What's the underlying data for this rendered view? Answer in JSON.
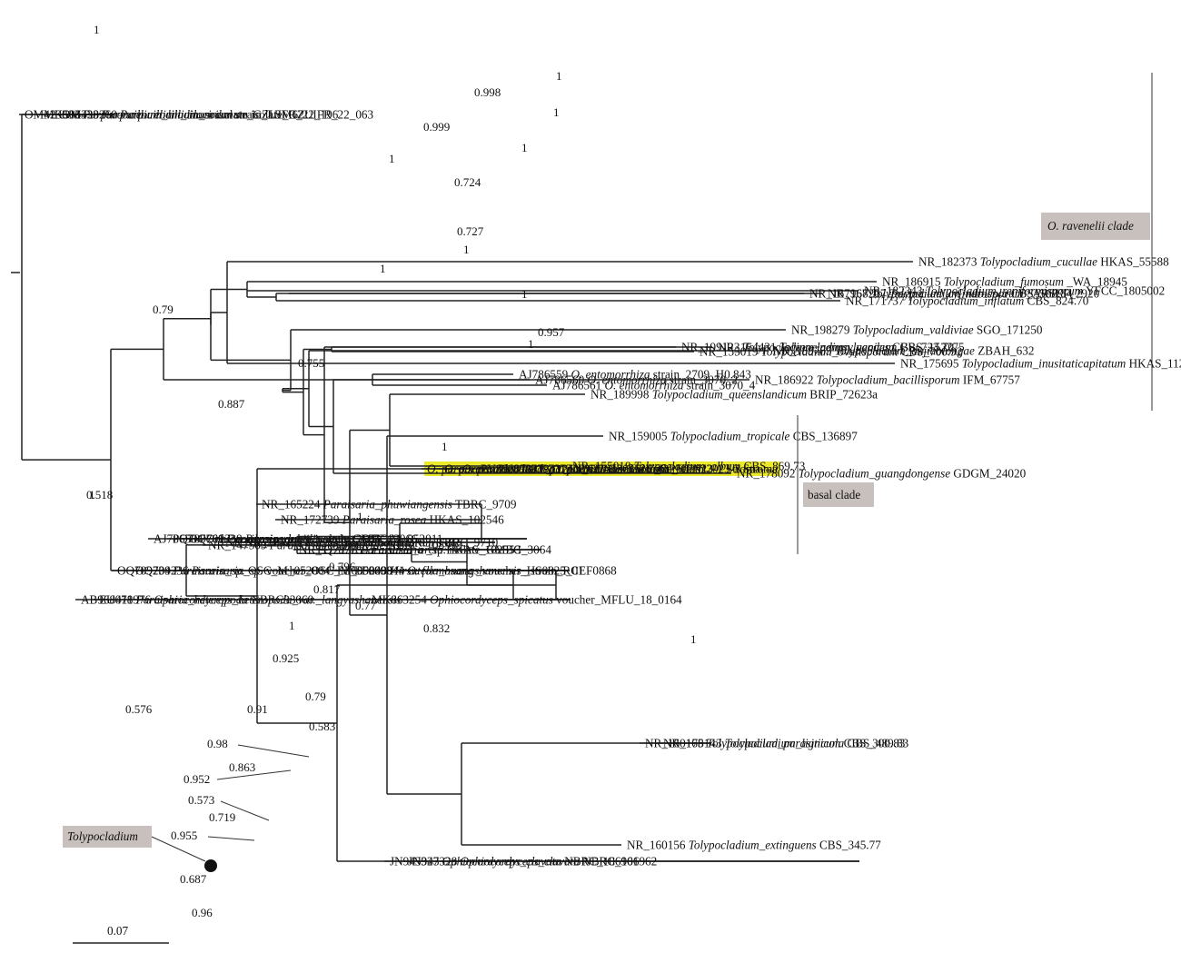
{
  "clade_labels": {
    "ravenelii": "O. ravenelii clade",
    "basal": "basal clade",
    "tolypocladium": "Tolypocladium"
  },
  "scale_bar": "0.07",
  "leaves": [
    {
      "acc": "OM423393",
      "sp": "Purpureocillium_lilacinum",
      "rest": "isolate_GZUIFR_22_196",
      "hl": false
    },
    {
      "acc": "MK506338",
      "sp": "Purpureocillium_lilacinum",
      "rest": "strain_LSM62",
      "hl": false
    },
    {
      "acc": "OM423260",
      "sp": "Purpureocillium_sodanum",
      "rest": "isolate_GZUIFR_22_063",
      "hl": false
    },
    {
      "acc": "AB968411",
      "sp": "Paraisaria_heteropoda",
      "rest": "NBRC33060",
      "hl": false
    },
    {
      "acc": "EU078976",
      "sp": "Ophiocordyceps_heteropoda_var._langyashanensis",
      "rest": "",
      "hl": false
    },
    {
      "acc": "OQ709234",
      "sp": "Paraisaria_sp.",
      "rest": "OSC_M_052004",
      "hl": false
    },
    {
      "acc": "OQ709236",
      "sp": "Paraisaria_sp.",
      "rest": "voucher_OSC_M_052008",
      "hl": false
    },
    {
      "acc": "AJ786564",
      "sp": "Ophiocordycepsgracilis",
      "rest": "strain_2685_4",
      "hl": false
    },
    {
      "acc": "PQ787761",
      "sp": "Paraisaria_dubia",
      "rest": "isolate_GMBC_3066",
      "hl": false
    },
    {
      "acc": "OQ709238",
      "sp": "Paraisaria",
      "rest": "sp. voucher_OSC_M_052011",
      "hl": false
    },
    {
      "acc": "NR_147509",
      "sp": "Paraisaria_coenomyiae",
      "rest": "NBRC_108993",
      "hl": false
    },
    {
      "acc": "NR_165219",
      "sp": "Paraisaria_yodhathaii",
      "rest": "TBRC_8502",
      "hl": false
    },
    {
      "acc": "NR_165221",
      "sp": "Paraisaria_orthopterorum",
      "rest": "TBRC_9710",
      "hl": false
    },
    {
      "acc": "NR_165224",
      "sp": "Paraisaria_phuwiangensis",
      "rest": "TBRC_9709",
      "hl": false
    },
    {
      "acc": "NR_172739",
      "sp": "Paraisaria_rosea",
      "rest": "HKAS_102546",
      "hl": false
    },
    {
      "acc": "NR_172738",
      "sp": "Paraisaria_arcta",
      "rest": "HKAS_102553",
      "hl": false
    },
    {
      "acc": "PQ787759",
      "sp": "Paraisaria",
      "rest": "_sp. isolate_GMBC_3064",
      "hl": false
    },
    {
      "acc": "EF689043",
      "sp": "Hirsutella_huangshanensis",
      "rest": "_strain_RCEF0868",
      "hl": false
    },
    {
      "acc": "EF689044",
      "sp": "O. formosana",
      "rest": "_voucher_HS0825_01",
      "hl": false
    },
    {
      "acc": "MK863254",
      "sp": "Ophiocordyceps_spicatus",
      "rest": "voucher_MFLU_18_0164",
      "hl": false
    },
    {
      "acc": "JN943327",
      "sp": "Ophiocordyceps_clavata",
      "rest": "NBRC_106961",
      "hl": false
    },
    {
      "acc": "JN943328",
      "sp": "Ophiocordyceps_clavata",
      "rest": "NBRC_106962",
      "hl": false
    },
    {
      "acc": "",
      "sp": "O. paraisariaoidea",
      "rest": "GZY_OPNJ2025-2 sclerotium",
      "hl": true
    },
    {
      "acc": "",
      "sp": "O. paraisariaoidea",
      "rest": "GZY_OPNJ2025-1 Stroma",
      "hl": true
    },
    {
      "acc": "",
      "sp": "O. paraisariaoidea",
      "rest": "GZY_OPNJ2025-1 sclerotium",
      "hl": true
    },
    {
      "acc": "PV890078",
      "sp": "O. paraisariaoidea",
      "rest": "GZY_OPNJ2023-1 Stroma",
      "hl": true
    },
    {
      "acc": "PV890079",
      "sp": "O. paraisariaoidea",
      "rest": "GZY_OPNJ2023-2 Stroma",
      "hl": true
    },
    {
      "acc": "AJ786559",
      "sp": "O. entomorrhiza",
      "rest": "strain_2709_H0.843",
      "hl": false
    },
    {
      "acc": "AJ786560",
      "sp": "O. entomorrhiza",
      "rest": "strain_3070_2",
      "hl": false
    },
    {
      "acc": "AJ786561",
      "sp": "O. entomorrhiza",
      "rest": "strain_3070_4",
      "hl": false
    },
    {
      "acc": "NR_155018",
      "sp": "Tolypocladium_album",
      "rest": "CBS_869.73",
      "hl": false
    },
    {
      "acc": "NR_189998",
      "sp": "Tolypocladium_queenslandicum",
      "rest": "BRIP_72623a",
      "hl": false
    },
    {
      "acc": "NR_159005",
      "sp": "Tolypocladium_tropicale",
      "rest": "CBS_136897",
      "hl": false
    },
    {
      "acc": "NR_160156",
      "sp": "Tolypocladium_extinguens",
      "rest": "CBS_345.77",
      "hl": false
    },
    {
      "acc": "NR_160165",
      "sp": "Tolypocladium_parasiticum",
      "rest": "CBS_300.83",
      "hl": false
    },
    {
      "acc": "NR_178143",
      "sp": "Tolypocladium_lignicola",
      "rest": "CBS_489.83",
      "hl": false
    },
    {
      "acc": "NR_199123",
      "sp": "Tolypocladium_pennsylvanicum",
      "rest": "CBS_152275",
      "hl": false
    },
    {
      "acc": "NR_155019",
      "sp": "Tolypocladium_ovalisporum",
      "rest": "CBS_700.92",
      "hl": false
    },
    {
      "acc": "NR_164431",
      "sp": "Tolypocladium_geodes",
      "rest": "CBS_723.70",
      "hl": false
    },
    {
      "acc": "NR_178092",
      "sp": "Tolypocladium_guangdongense",
      "rest": "GDGM_24020",
      "hl": false
    },
    {
      "acc": "NR_186922",
      "sp": "Tolypocladium_bacillisporum",
      "rest": "IFM_67757",
      "hl": false
    },
    {
      "acc": "NR_189763",
      "sp": "Tolypocladium_dujiaolongae",
      "rest": "ZBAH_632",
      "hl": false
    },
    {
      "acc": "NR_198279",
      "sp": "Tolypocladium_valdiviae",
      "rest": "SGO_171250",
      "hl": false
    },
    {
      "acc": "NR_167967",
      "sp": "Tolypocladium_cylindrosporum",
      "rest": "_ARSEF_2920",
      "hl": false
    },
    {
      "acc": "NR_168207",
      "sp": "Tolypocladium_nubicola",
      "rest": "CBS_568.84",
      "hl": false
    },
    {
      "acc": "NR_171737",
      "sp": "Tolypocladium_inflatum",
      "rest": "CBS_824.70",
      "hl": false
    },
    {
      "acc": "NR_182343",
      "sp": "Tolypocladium_reniformisporum",
      "rest": "YFCC_1805002",
      "hl": false
    },
    {
      "acc": "NR_186915",
      "sp": "Tolypocladium_fumosum",
      "rest": "_WA_18945",
      "hl": false
    },
    {
      "acc": "NR_175695",
      "sp": "Tolypocladium_inusitaticapitatum",
      "rest": "HKAS_112152",
      "hl": false
    },
    {
      "acc": "NR_182373",
      "sp": "Tolypocladium_cucullae",
      "rest": "HKAS_55588",
      "hl": false
    }
  ],
  "supports": [
    "1",
    "0.998",
    "1",
    "0.999",
    "1",
    "0.724",
    "1",
    "1",
    "0.727",
    "1",
    "1",
    "1",
    "0.79",
    "0.957",
    "1",
    "0.755",
    "1",
    "0.887",
    "1",
    "1",
    "1",
    "0.796",
    "0.817",
    "0.77",
    "0.832",
    "1",
    "0.925",
    "0.79",
    "0.91",
    "0.583",
    "0.98",
    "0.863",
    "0.952",
    "0.573",
    "0.719",
    "0.955",
    "0.576",
    "0.687",
    "0.96",
    "0.518"
  ]
}
